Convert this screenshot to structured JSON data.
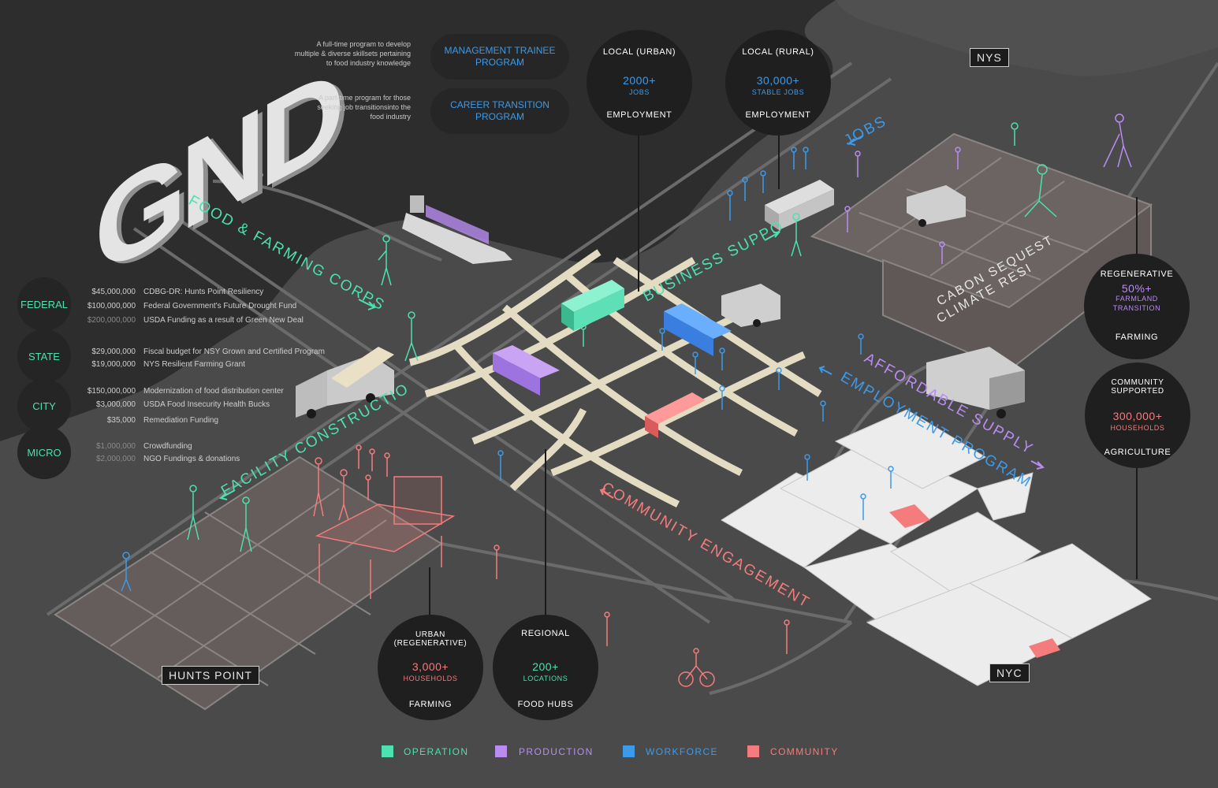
{
  "colors": {
    "operation": "#4de0b0",
    "production": "#b98cf0",
    "workforce": "#3d9ae8",
    "community": "#f47c7c",
    "background": "#4a4a4b",
    "panel": "#1f1f20"
  },
  "logo": {
    "text": "GND"
  },
  "programs": [
    {
      "label_1": "MANAGEMENT TRAINEE",
      "label_2": "PROGRAM",
      "note_1": "A full-time program to develop",
      "note_2": "multiple & diverse skillsets pertaining",
      "note_3": "to food industry knowledge"
    },
    {
      "label_1": "CAREER TRANSITION",
      "label_2": "PROGRAM",
      "note_1": "A part-time program for those",
      "note_2": "seeking job transitionsinto the",
      "note_3": "food industry"
    }
  ],
  "funding": [
    {
      "level": "FEDERAL",
      "rows": [
        {
          "amount": "$45,000,000",
          "desc": "CDBG-DR: Hunts Point Resiliency"
        },
        {
          "amount": "$100,000,000",
          "desc": "Federal Government's Future Drought Fund"
        },
        {
          "amount": "$200,000,000",
          "desc": "USDA Funding as a result of Green New Deal"
        }
      ]
    },
    {
      "level": "STATE",
      "rows": [
        {
          "amount": "$29,000,000",
          "desc": "Fiscal budget for NSY Grown and Certified Program"
        },
        {
          "amount": "$19,000,000",
          "desc": "NYS Resilient Farming Grant"
        }
      ]
    },
    {
      "level": "CITY",
      "rows": [
        {
          "amount": "$150,000,000",
          "desc": "Modernization of food distribution center"
        },
        {
          "amount": "$3,000,000",
          "desc": "USDA Food Insecurity Health Bucks"
        },
        {
          "amount": "$35,000",
          "desc": "Remediation Funding"
        }
      ]
    },
    {
      "level": "MICRO",
      "rows": [
        {
          "amount": "$1,000,000",
          "desc": "Crowdfunding"
        },
        {
          "amount": "$2,000,000",
          "desc": "NGO Fundings & donations"
        }
      ]
    }
  ],
  "stats": [
    {
      "top": "LOCAL (URBAN)",
      "value": "2000+",
      "sub": "JOBS",
      "bottom": "EMPLOYMENT"
    },
    {
      "top": "LOCAL (RURAL)",
      "value": "30,000+",
      "sub": "STABLE JOBS",
      "bottom": "EMPLOYMENT"
    },
    {
      "top": "REGENERATIVE",
      "value": "50%+",
      "sub_1": "FARMLAND",
      "sub_2": "TRANSITION",
      "bottom": "FARMING"
    },
    {
      "top": "COMMUNITY SUPPORTED",
      "value": "300,000+",
      "sub": "HOUSEHOLDS",
      "bottom": "AGRICULTURE"
    },
    {
      "top": "URBAN (REGENERATIVE)",
      "value": "3,000+",
      "sub": "HOUSEHOLDS",
      "bottom": "FARMING"
    },
    {
      "top": "REGIONAL",
      "value": "200+",
      "sub": "LOCATIONS",
      "bottom": "FOOD HUBS"
    }
  ],
  "streets": {
    "food_farming": "FOOD & FARMING CORPS",
    "facility": "FACILITY CONSTRUCTION",
    "business": "BUSINESS SUPPORT",
    "jobs": "JOBS",
    "affordable": "AFFORDABLE SUPPLY",
    "employment": "EMPLOYMENT PROGRAM",
    "community": "COMMUNITY ENGAGEMENT",
    "carbon_1": "CABON SEQUESTRATION",
    "carbon_2": "CLIMATE RESILIENT"
  },
  "places": {
    "nys": "NYS",
    "nyc": "NYC",
    "hunts": "HUNTS POINT"
  },
  "legend": [
    {
      "label": "OPERATION",
      "color": "#4de0b0"
    },
    {
      "label": "PRODUCTION",
      "color": "#b98cf0"
    },
    {
      "label": "WORKFORCE",
      "color": "#3d9ae8"
    },
    {
      "label": "COMMUNITY",
      "color": "#f47c7c"
    }
  ]
}
